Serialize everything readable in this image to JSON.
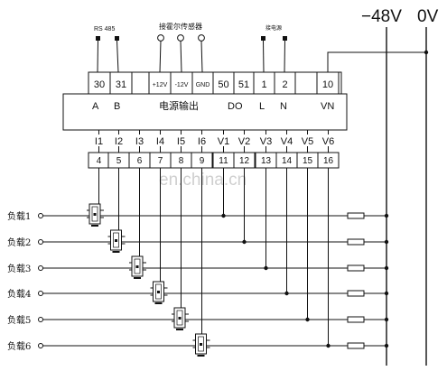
{
  "bus_labels": {
    "neg48": "−48V",
    "zero": "0V"
  },
  "top_labels": {
    "rs485": "RS 485",
    "hall_sensor": "接霍尔传感器",
    "power_connect": "接电源"
  },
  "top_terminals": [
    {
      "num": "30",
      "label": "A"
    },
    {
      "num": "31",
      "label": "B"
    },
    {
      "num": "+12V",
      "label": ""
    },
    {
      "num": "-12V",
      "label": ""
    },
    {
      "num": "GND",
      "label": ""
    },
    {
      "num": "50",
      "label": ""
    },
    {
      "num": "51",
      "label": ""
    },
    {
      "num": "1",
      "label": "L"
    },
    {
      "num": "2",
      "label": "N"
    },
    {
      "num": "10",
      "label": "VN"
    }
  ],
  "module_labels": {
    "power_output": "电源输出",
    "do": "DO"
  },
  "bottom_terminals": [
    {
      "num": "4",
      "label": "I1"
    },
    {
      "num": "5",
      "label": "I2"
    },
    {
      "num": "6",
      "label": "I3"
    },
    {
      "num": "7",
      "label": "I4"
    },
    {
      "num": "8",
      "label": "I5"
    },
    {
      "num": "9",
      "label": "I6"
    },
    {
      "num": "11",
      "label": "V1"
    },
    {
      "num": "12",
      "label": "V2"
    },
    {
      "num": "13",
      "label": "V3"
    },
    {
      "num": "14",
      "label": "V4"
    },
    {
      "num": "15",
      "label": "V5"
    },
    {
      "num": "16",
      "label": "V6"
    }
  ],
  "loads": [
    "负载1",
    "负载2",
    "负载3",
    "负载4",
    "负载5",
    "负载6"
  ],
  "watermark": "en.china.cn"
}
